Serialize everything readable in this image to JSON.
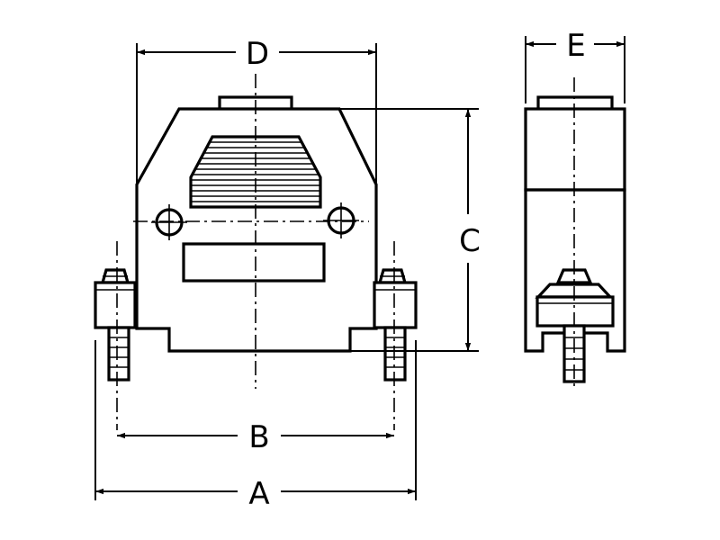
{
  "dimensions": {
    "a": "A",
    "b": "B",
    "c": "C",
    "d": "D",
    "e": "E"
  },
  "colors": {
    "line": "#000000",
    "background": "#ffffff"
  }
}
